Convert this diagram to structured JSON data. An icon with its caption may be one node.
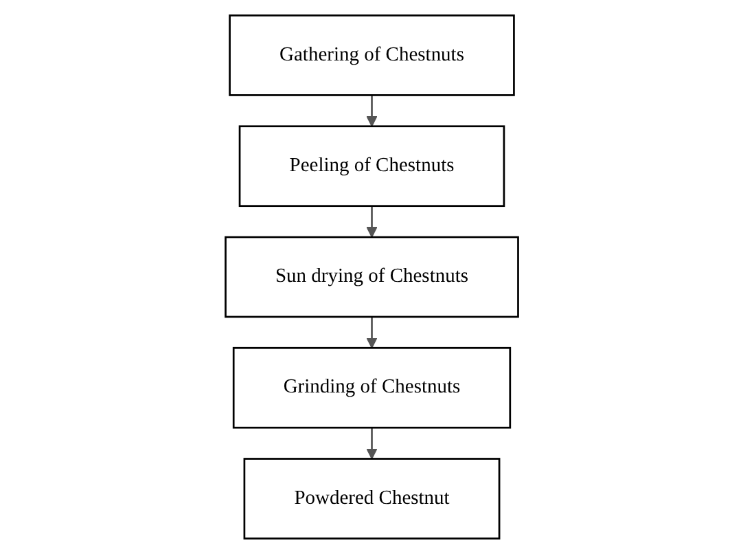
{
  "diagram": {
    "nodes": [
      {
        "text": [
          "Gathering of Chestnuts"
        ]
      },
      {
        "text": [
          "Peeling of Chestnuts"
        ]
      },
      {
        "text": [
          "Sun drying of Chestnuts"
        ]
      },
      {
        "text": [
          "Grinding of Chestnuts"
        ]
      },
      {
        "text": [
          "Powdered Chestnut"
        ]
      }
    ],
    "edges": [
      {
        "from": 0,
        "to": 1,
        "arrow": "to"
      },
      {
        "from": 1,
        "to": 2,
        "arrow": "to"
      },
      {
        "from": 2,
        "to": 3,
        "arrow": "to"
      },
      {
        "from": 3,
        "to": 4,
        "arrow": "to"
      }
    ]
  }
}
